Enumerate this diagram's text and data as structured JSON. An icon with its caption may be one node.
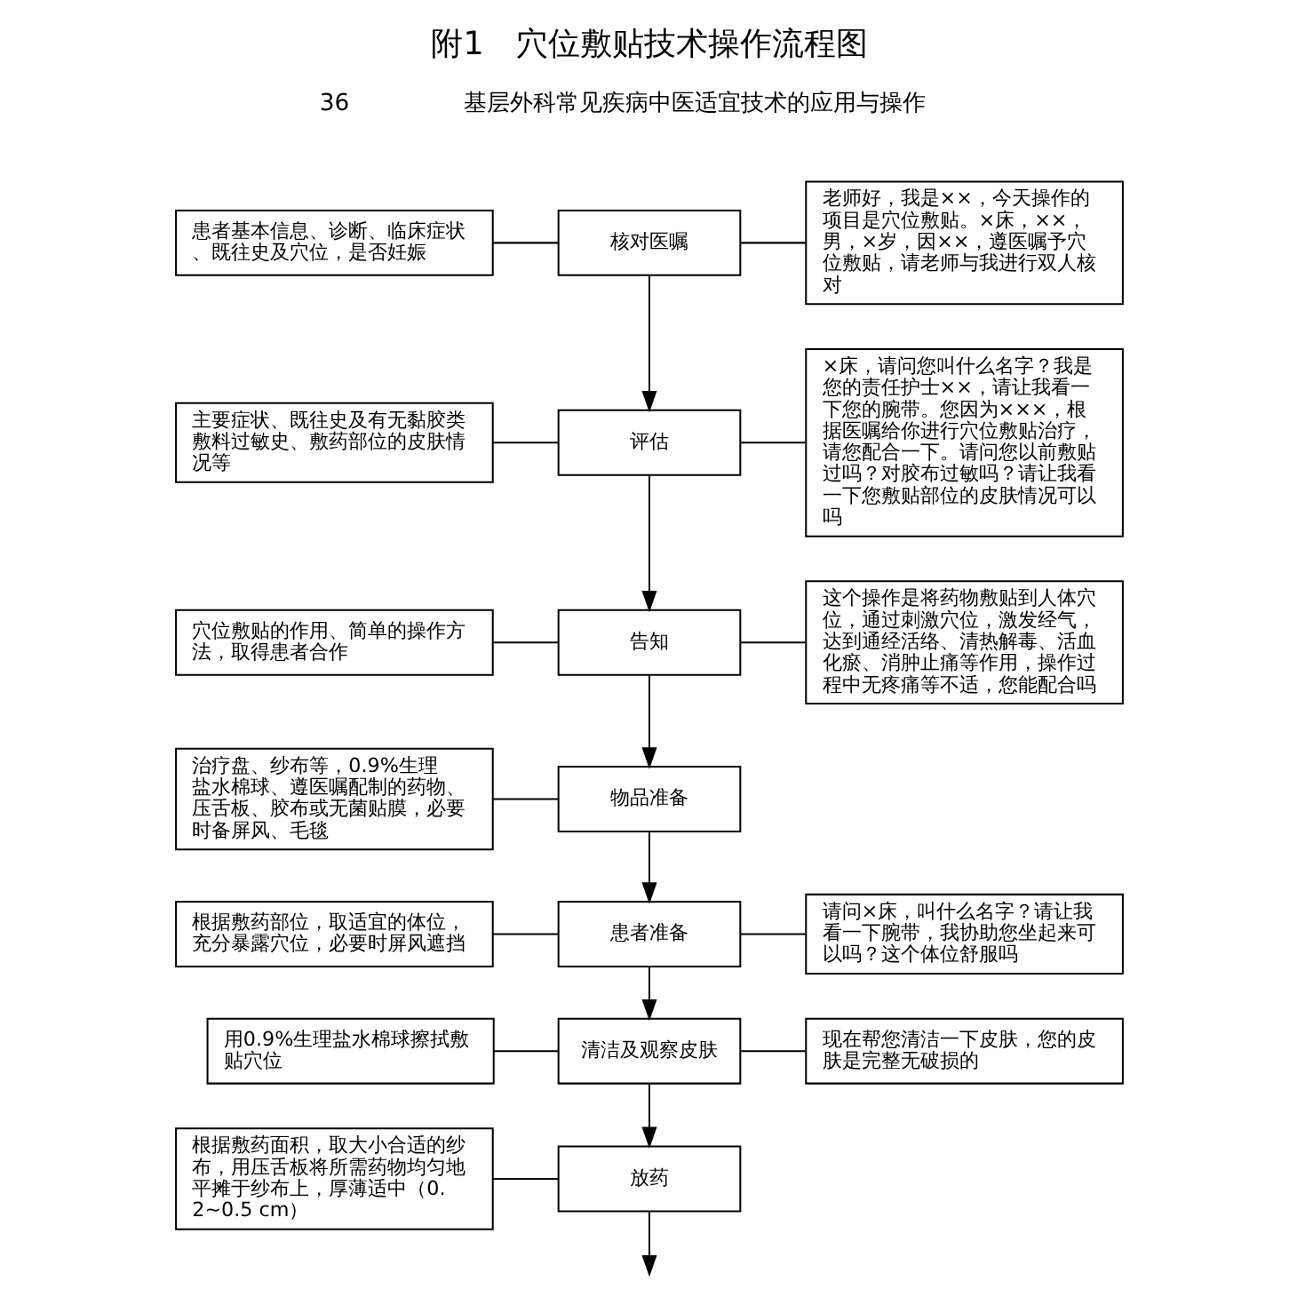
{
  "diagram": {
    "title": "附1　穴位敷贴技术操作流程图",
    "nodes": [
      {
        "text": [
          "患者基本信息、诊断、临床症状、既往史及穴位，是否妊娠"
        ]
      },
      {
        "text": [
          "核对医嘱"
        ]
      },
      {
        "text": [
          "老师好，我是××，今天操作的项目是穴位敷贴。×床，××，男，×岁，因××，遵医嘱予穴位敷贴，请老师与我进行双人核对"
        ]
      },
      {
        "text": [
          "主要症状、既往史及有无黏胶类敷料过敏史、敷药部位的皮肤情况等"
        ]
      },
      {
        "text": [
          "评估"
        ]
      },
      {
        "text": [
          "×床，请问您叫什么名字？我是您的责任护士××，请让我看一下您的腕带。您因为×××，根据医嘱给你进行穴位敷贴治疗，请您配合一下。请问您以前敷贴过吗？对胶布过敏吗？请让我看一下您敷贴部位的皮肤情况可以吗"
        ]
      },
      {
        "text": [
          "穴位敷贴的作用、简单的操作方法，取得患者合作"
        ]
      },
      {
        "text": [
          "告知"
        ]
      },
      {
        "text": [
          "这个操作是将药物敷贴到人体穴位，通过刺激穴位，激发经气，达到通经活络、清热解毒、活血化瘀、消肿止痛等作用，操作过程中无疼痛等不适，您能配合吗"
        ]
      },
      {
        "text": [
          "治疗盘、纱布等，0.9%生理盐水棉球、遵医嘱配制的药物、压舌板、胶布或无菌贴膜，必要时备屏风、毛毯"
        ]
      },
      {
        "text": [
          "物品准备"
        ]
      },
      {
        "text": [
          "根据敷药部位，取适宜的体位，充分暴露穴位，必要时屏风遮挡"
        ]
      },
      {
        "text": [
          "患者准备"
        ]
      },
      {
        "text": [
          "请问×床，叫什么名字？请让我看一下腕带，我协助您坐起来可以吗？这个体位舒服吗"
        ]
      },
      {
        "text": [
          "用0.9%生理盐水棉球擦拭敷贴穴位"
        ]
      },
      {
        "text": [
          "清洁及观察皮肤"
        ]
      },
      {
        "text": [
          "现在帮您清洁一下皮肤，您的皮肤是完整无破损的"
        ]
      },
      {
        "text": [
          "根据敷药面积，取大小合适的纱布，用压舌板将所需药物均匀地平摊于纱布上，厚薄适中（0.2~0.5 cm）"
        ]
      },
      {
        "text": [
          "放药"
        ]
      }
    ],
    "edges": [
      {
        "from": 0,
        "to": 1,
        "arrow": "none"
      },
      {
        "from": 1,
        "to": 2,
        "arrow": "none"
      },
      {
        "from": 1,
        "to": 4,
        "arrow": "to"
      },
      {
        "from": 3,
        "to": 4,
        "arrow": "none"
      },
      {
        "from": 4,
        "to": 5,
        "arrow": "none"
      },
      {
        "from": 4,
        "to": 7,
        "arrow": "to"
      },
      {
        "from": 6,
        "to": 7,
        "arrow": "none"
      },
      {
        "from": 7,
        "to": 8,
        "arrow": "none"
      },
      {
        "from": 7,
        "to": 10,
        "arrow": "to"
      },
      {
        "from": 9,
        "to": 10,
        "arrow": "none"
      },
      {
        "from": 10,
        "to": 12,
        "arrow": "to"
      },
      {
        "from": 11,
        "to": 12,
        "arrow": "none"
      },
      {
        "from": 12,
        "to": 13,
        "arrow": "none"
      },
      {
        "from": 12,
        "to": 15,
        "arrow": "to"
      },
      {
        "from": 14,
        "to": 15,
        "arrow": "none"
      },
      {
        "from": 15,
        "to": 16,
        "arrow": "none"
      },
      {
        "from": 15,
        "to": 18,
        "arrow": "to"
      },
      {
        "from": 17,
        "to": 18,
        "arrow": "none"
      },
      {
        "from": 18,
        "to": null,
        "arrow": "to"
      }
    ],
    "labels": [
      "36",
      "基层外科常见疾病中医适宜技术的应用与操作"
    ]
  }
}
